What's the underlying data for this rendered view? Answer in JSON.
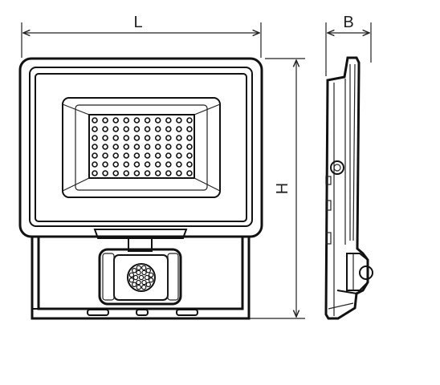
{
  "dimensions": {
    "length_label": "L",
    "width_label": "B",
    "height_label": "H"
  },
  "led_grid": {
    "rows": 7,
    "cols": 10
  },
  "colors": {
    "line": "#111111",
    "background": "#ffffff"
  }
}
